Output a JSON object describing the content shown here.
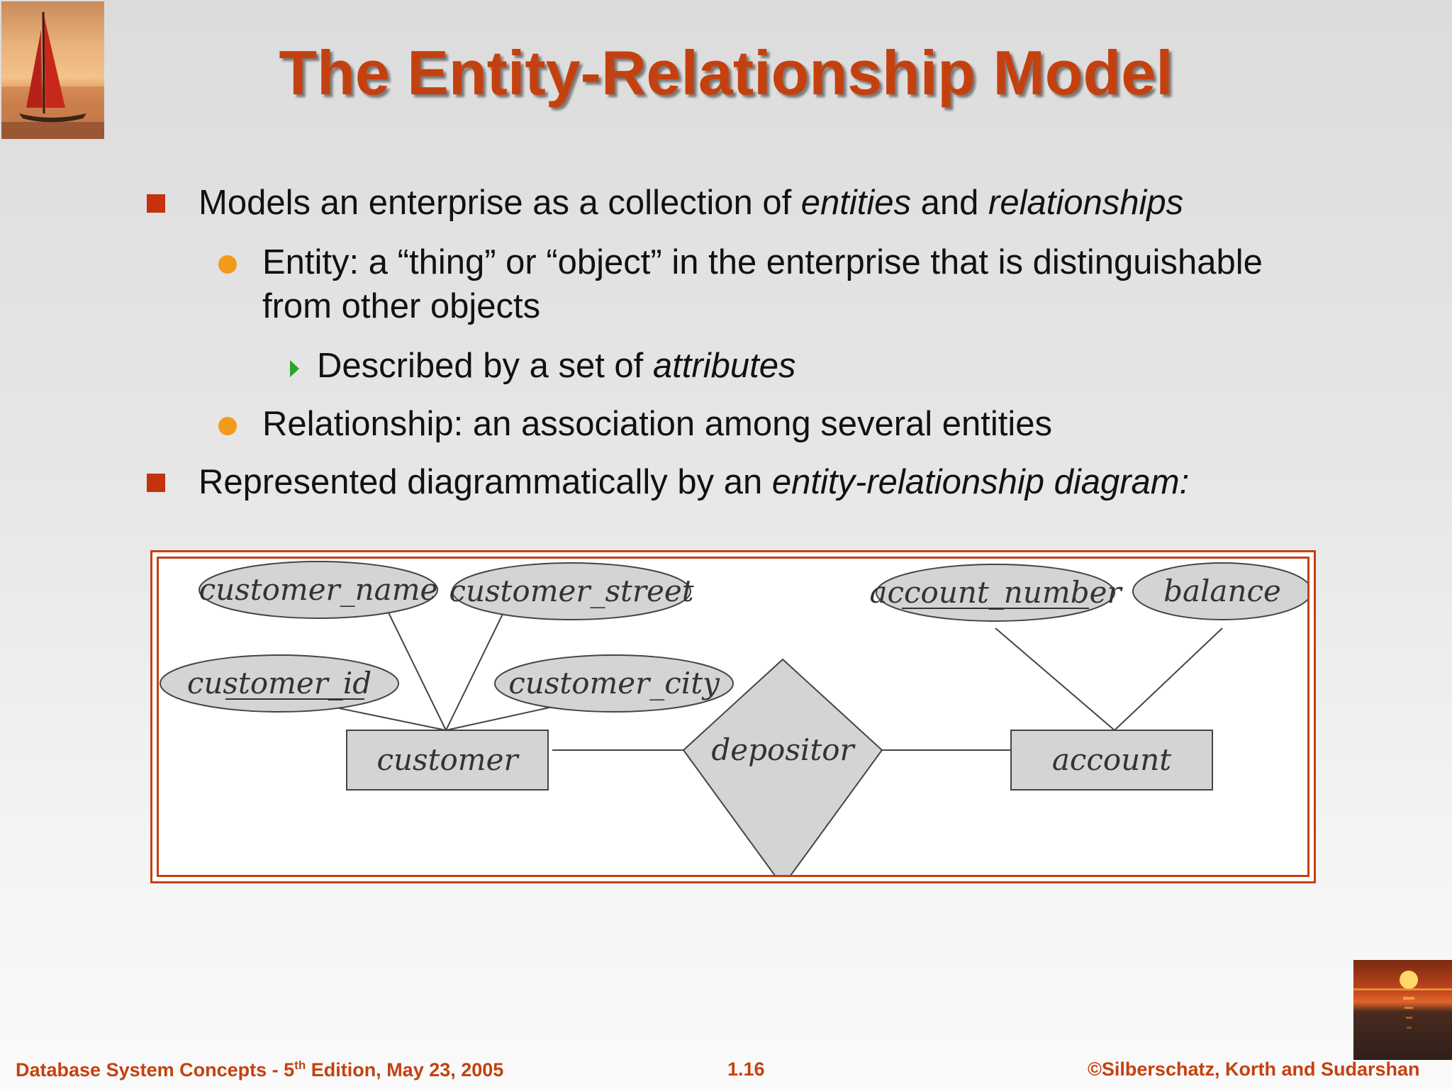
{
  "title": "The Entity-Relationship Model",
  "bullets": {
    "b1": {
      "pre": "Models an enterprise as a collection of ",
      "em1": "entities",
      "mid": " and ",
      "em2": "relationships"
    },
    "b1_1": {
      "line1": "Entity: a “thing” or “object” in the enterprise that is distinguishable",
      "line2": "from other objects"
    },
    "b1_1_1": {
      "pre": "Described by a set of ",
      "em": "attributes"
    },
    "b1_2": "Relationship: an association among several entities",
    "b2": {
      "pre": "Represented diagrammatically by an ",
      "em": "entity-relationship diagram:"
    }
  },
  "diagram": {
    "entities": {
      "customer": "customer",
      "account": "account"
    },
    "relationship": "depositor",
    "attributes": {
      "customer_name": "customer_name",
      "customer_street": "customer_street",
      "customer_id": "customer_id",
      "customer_city": "customer_city",
      "account_number": "account_number",
      "balance": "balance"
    }
  },
  "footer": {
    "left_pre": "Database System Concepts - 5",
    "left_sup": "th",
    "left_post": " Edition, May 23,  2005",
    "center": "1.16",
    "right": "©Silberschatz, Korth and Sudarshan"
  },
  "colors": {
    "title": "#c4410f",
    "square_bullet": "#c4320e",
    "round_bullet": "#f39a1a",
    "arrow_bullet": "#2aa32a",
    "frame": "#c4410f",
    "shape_fill": "#d4d4d4"
  }
}
